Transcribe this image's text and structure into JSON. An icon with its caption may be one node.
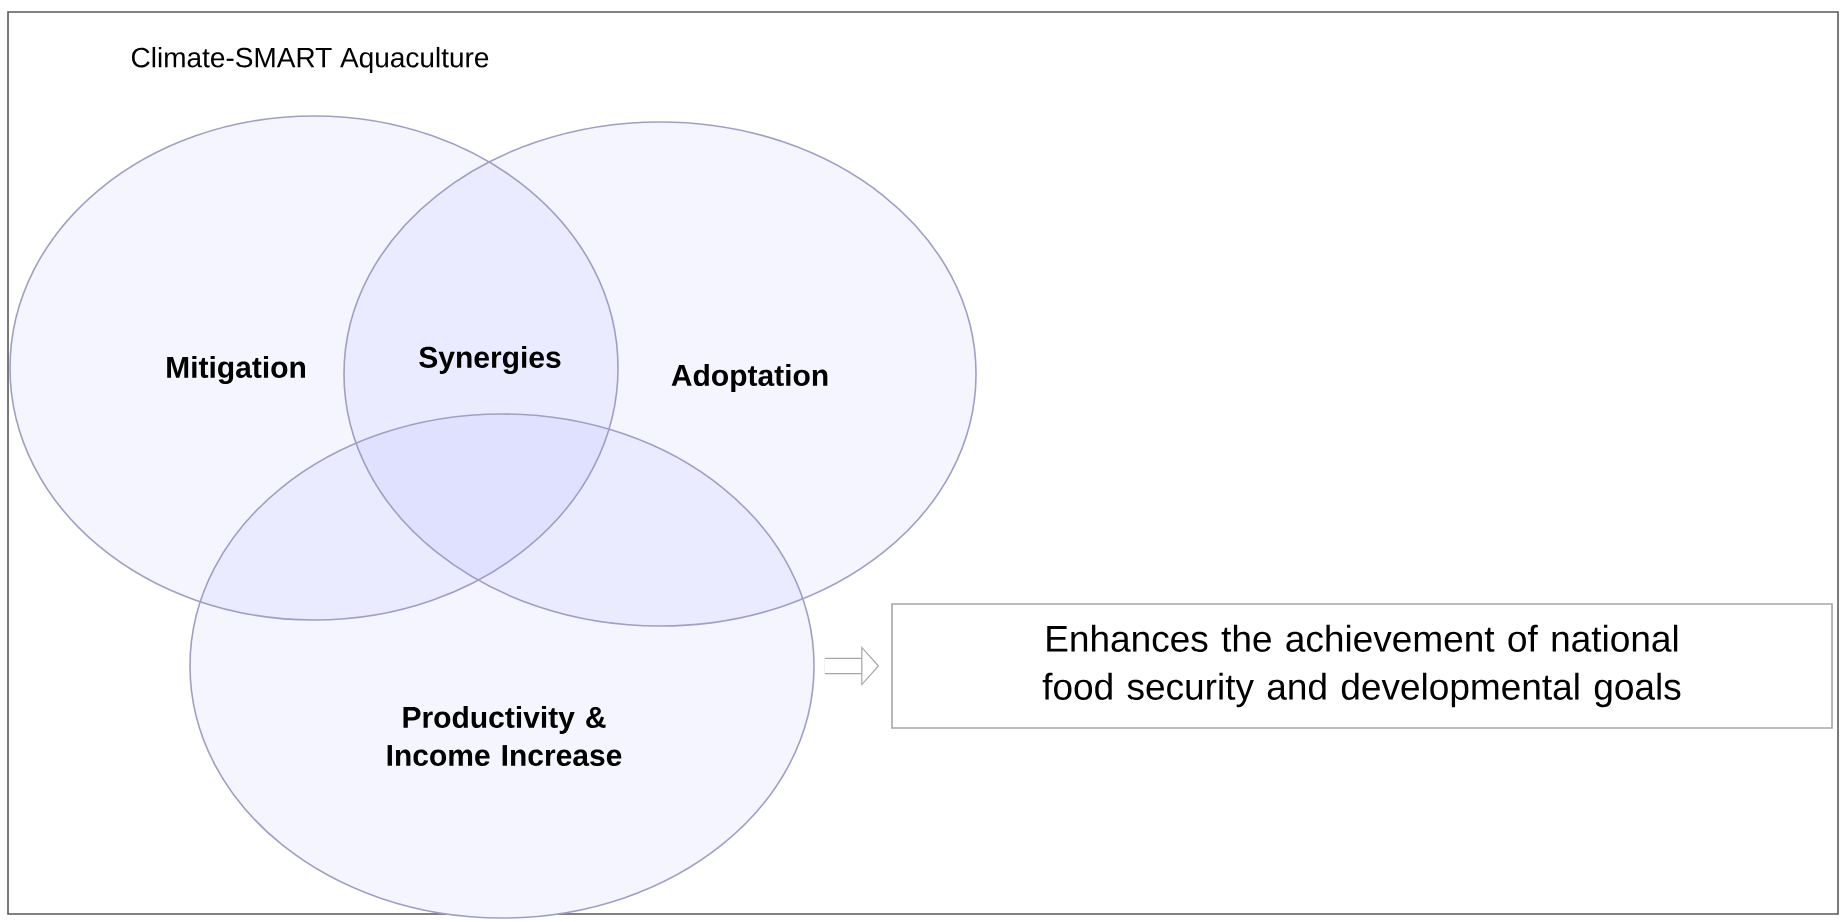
{
  "diagram": {
    "title": "Climate-SMART Aquaculture",
    "nodes": [
      {
        "text": [
          "Mitigation"
        ]
      },
      {
        "text": [
          "Adoptation"
        ]
      },
      {
        "text": [
          "Productivity & Income Increase"
        ]
      },
      {
        "text": [
          "Enhances the achievement of national food security and developmental goals"
        ]
      }
    ],
    "edges": [
      {
        "from": 2,
        "to": 3,
        "arrow": "to"
      }
    ],
    "labels": [
      "Synergies"
    ]
  }
}
